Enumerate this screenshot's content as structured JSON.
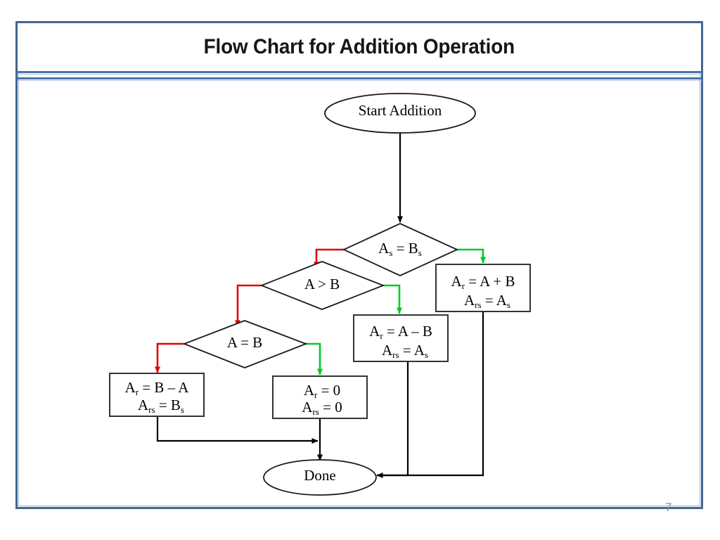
{
  "slide": {
    "title": "Flow Chart for Addition Operation",
    "page_number": "7",
    "frame_color": "#41678f",
    "rule_color": "#4a74a4"
  },
  "colors": {
    "true_branch": "#00cc22",
    "false_branch": "#e00000",
    "flow": "#000000",
    "shape_stroke": "#1a1a1a"
  },
  "chart_data": {
    "type": "flowchart",
    "title": "Flow Chart for Addition Operation",
    "nodes": [
      {
        "id": "start",
        "shape": "ellipse",
        "label": "Start Addition"
      },
      {
        "id": "d1",
        "shape": "diamond",
        "label": "As = Bs",
        "text_main": "A",
        "text_sub1": "s",
        "text_mid": " = B",
        "text_sub2": "s"
      },
      {
        "id": "d2",
        "shape": "diamond",
        "label": "A > B"
      },
      {
        "id": "d3",
        "shape": "diamond",
        "label": "A = B"
      },
      {
        "id": "p1",
        "shape": "process",
        "line1": "Ar = A + B",
        "line2": "Ars = As"
      },
      {
        "id": "p2",
        "shape": "process",
        "line1": "Ar = A – B",
        "line2": "Ars = As"
      },
      {
        "id": "p3",
        "shape": "process",
        "line1": "Ar = B – A",
        "line2": "Ars = Bs"
      },
      {
        "id": "p4",
        "shape": "process",
        "line1": "Ar = 0",
        "line2": "Ars = 0"
      },
      {
        "id": "done",
        "shape": "ellipse",
        "label": "Done"
      }
    ],
    "edges": [
      {
        "from": "start",
        "to": "d1",
        "color": "#000000",
        "label": ""
      },
      {
        "from": "d1",
        "to": "p1",
        "color": "#00cc22",
        "label": "true"
      },
      {
        "from": "d1",
        "to": "d2",
        "color": "#e00000",
        "label": "false"
      },
      {
        "from": "d2",
        "to": "p2",
        "color": "#00cc22",
        "label": "true"
      },
      {
        "from": "d2",
        "to": "d3",
        "color": "#e00000",
        "label": "false"
      },
      {
        "from": "d3",
        "to": "p4",
        "color": "#00cc22",
        "label": "true"
      },
      {
        "from": "d3",
        "to": "p3",
        "color": "#e00000",
        "label": "false"
      },
      {
        "from": "p1",
        "to": "done",
        "color": "#000000",
        "label": ""
      },
      {
        "from": "p2",
        "to": "done",
        "color": "#000000",
        "label": ""
      },
      {
        "from": "p3",
        "to": "done",
        "color": "#000000",
        "label": ""
      },
      {
        "from": "p4",
        "to": "done",
        "color": "#000000",
        "label": ""
      }
    ]
  },
  "labels": {
    "start": "Start Addition",
    "done": "Done",
    "decision_as_bs_a": "A",
    "decision_as_bs_sub1": "s",
    "decision_as_bs_eq": " = B",
    "decision_as_bs_sub2": "s",
    "decision_agtb": "A > B",
    "decision_aeqb": "A = B",
    "box1_l1_a": "A",
    "box1_l1_sub": "r",
    "box1_l1_rest": " = A + B",
    "box1_l2_a": "A",
    "box1_l2_sub": "rs",
    "box1_l2_mid": " = A",
    "box1_l2_sub2": "s",
    "box2_l1_a": "A",
    "box2_l1_sub": "r",
    "box2_l1_rest": " = A – B",
    "box2_l2_a": "A",
    "box2_l2_sub": "rs",
    "box2_l2_mid": " = A",
    "box2_l2_sub2": "s",
    "box3_l1_a": "A",
    "box3_l1_sub": "r",
    "box3_l1_rest": " = B – A",
    "box3_l2_a": "A",
    "box3_l2_sub": "rs",
    "box3_l2_mid": " = B",
    "box3_l2_sub2": "s",
    "box4_l1_a": "A",
    "box4_l1_sub": "r",
    "box4_l1_rest": " = 0",
    "box4_l2_a": "A",
    "box4_l2_sub": "rs",
    "box4_l2_rest": " = 0"
  }
}
